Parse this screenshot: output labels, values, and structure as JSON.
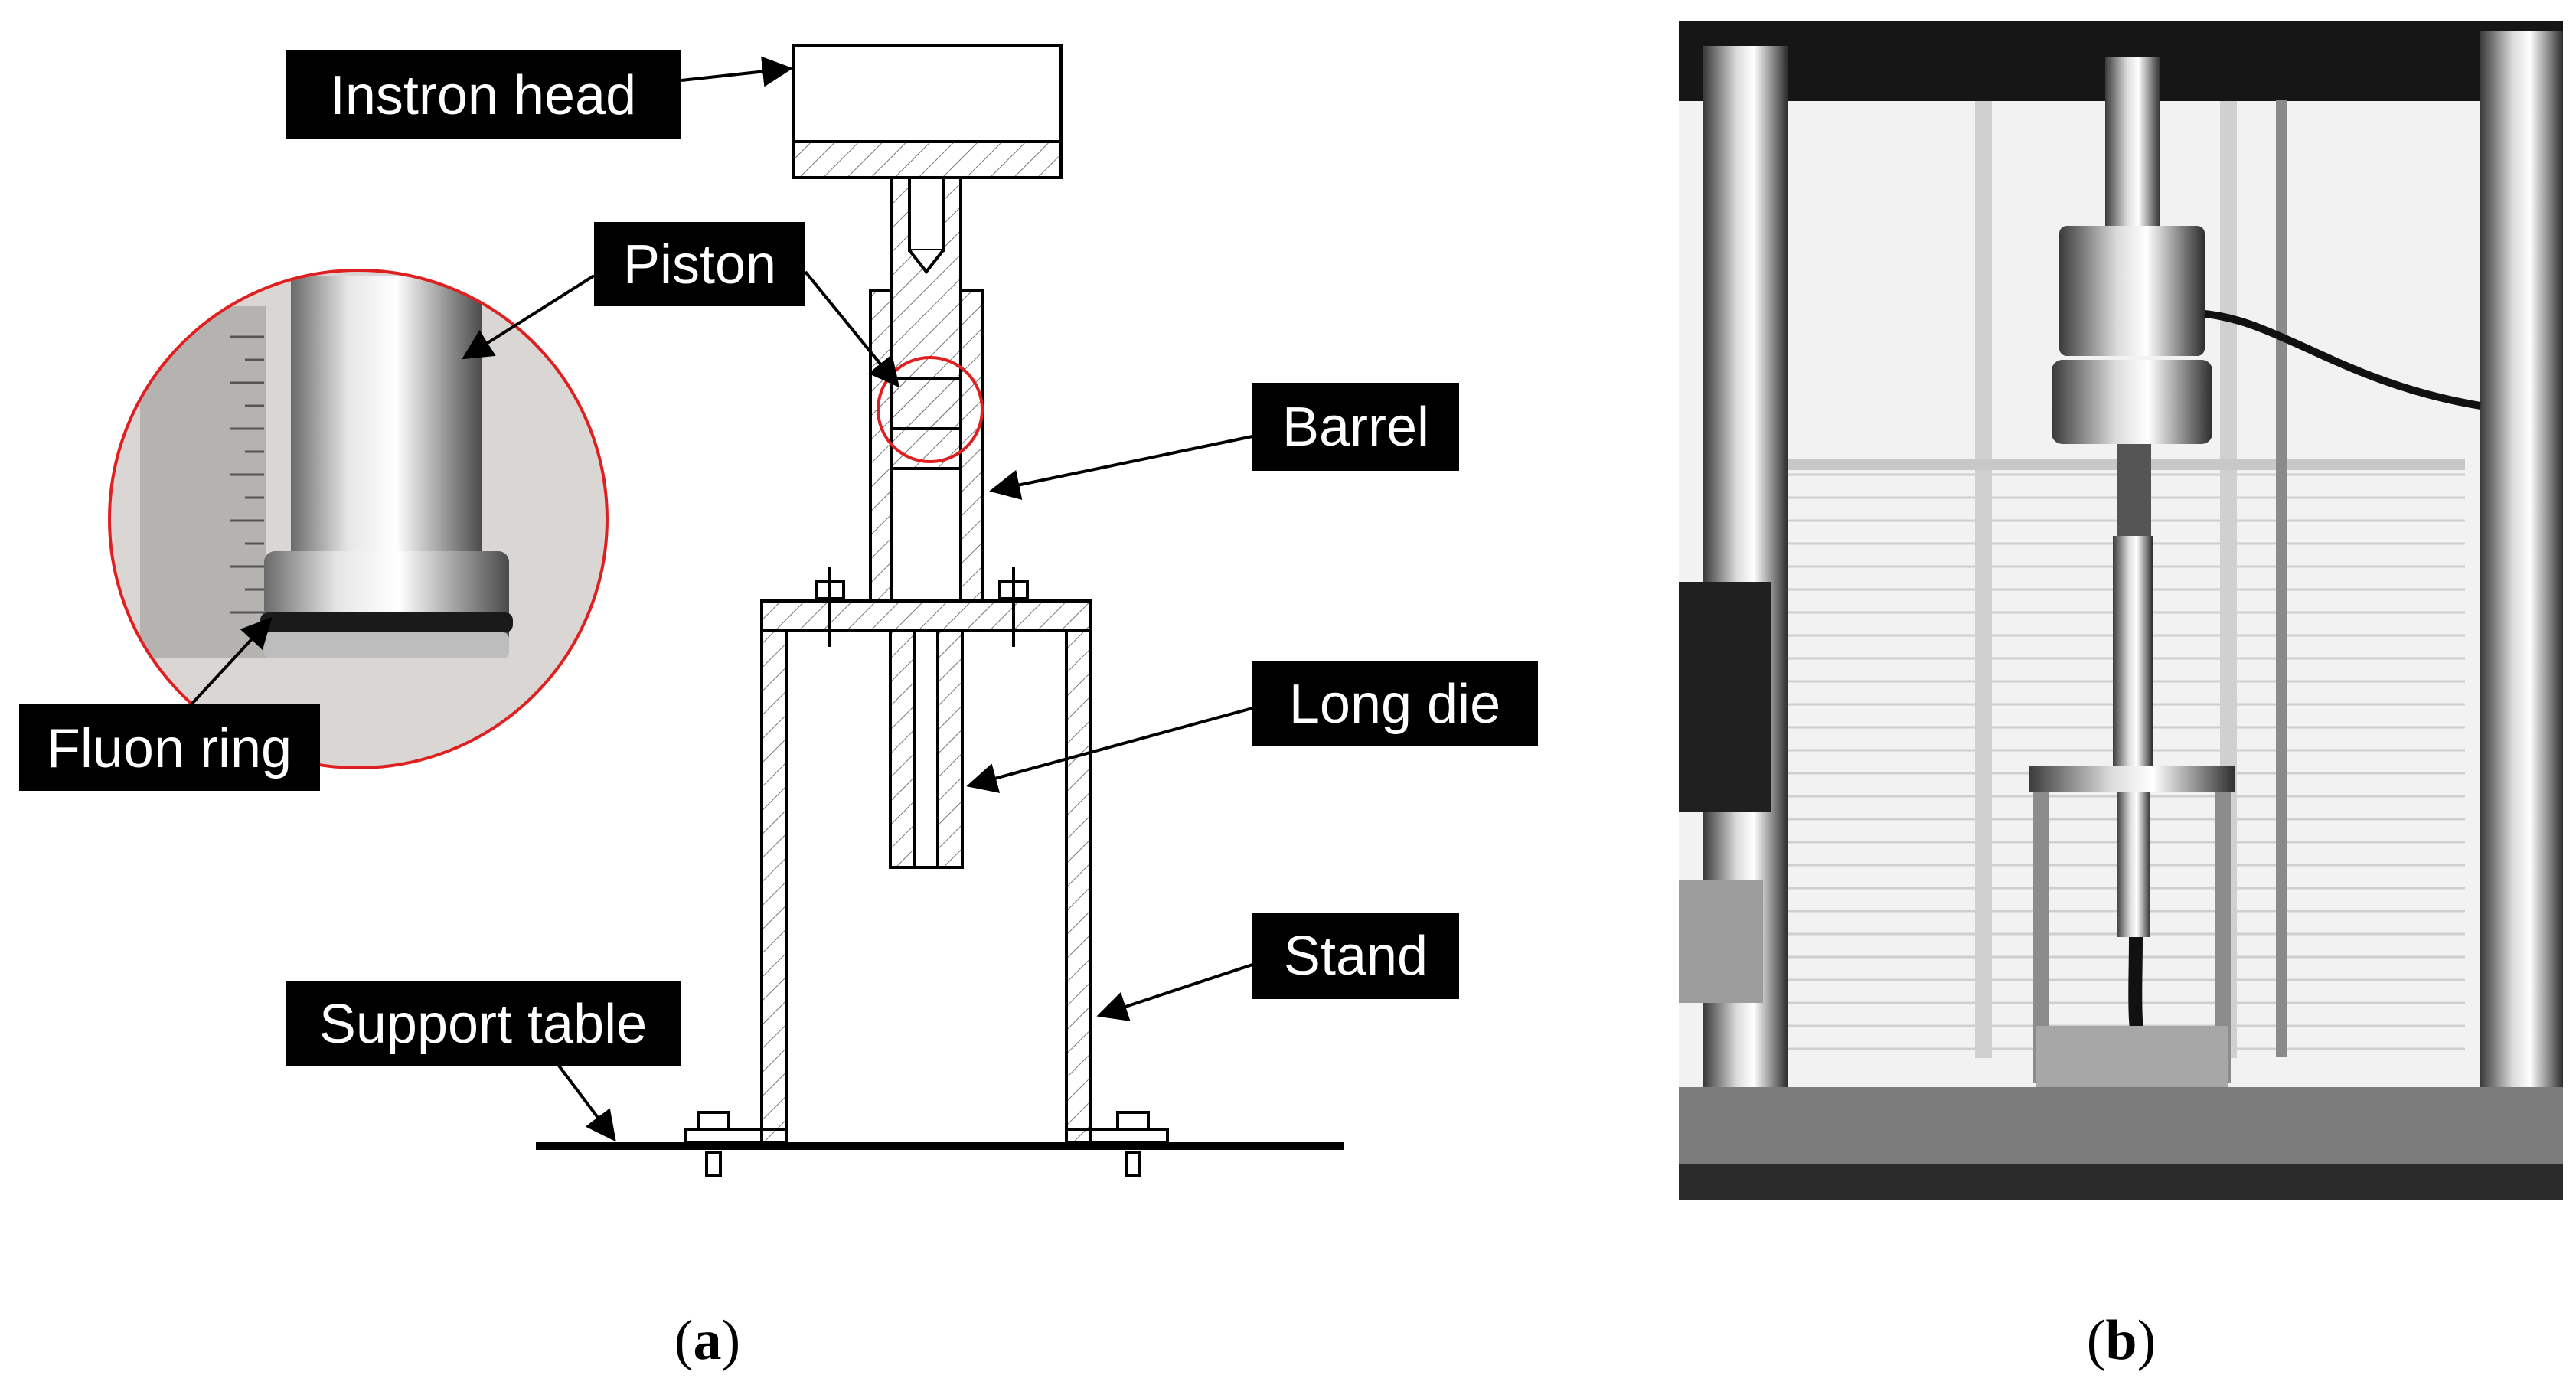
{
  "panel_a": {
    "labels": {
      "instron_head": "Instron head",
      "piston": "Piston",
      "barrel": "Barrel",
      "long_die": "Long die",
      "stand": "Stand",
      "support_table": "Support table",
      "fluon_ring": "Fluon ring"
    },
    "caption_letter": "a",
    "detail_circle_color": "#e02020"
  },
  "panel_b": {
    "caption_letter": "b"
  },
  "colors": {
    "label_bg": "#000000",
    "label_text": "#ffffff",
    "drawing_line": "#000000"
  }
}
